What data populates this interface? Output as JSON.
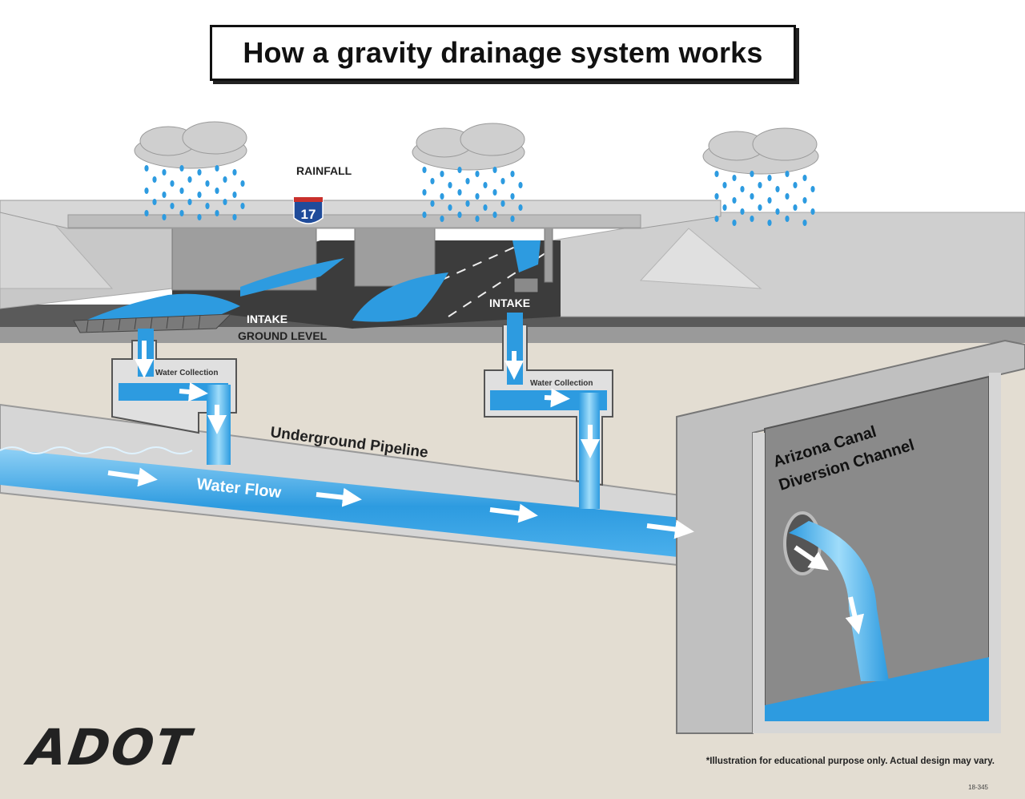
{
  "title": "How a gravity drainage system works",
  "labels": {
    "rainfall": "RAINFALL",
    "highway_shield": "17",
    "intake_left": "INTAKE",
    "ground_level": "GROUND LEVEL",
    "intake_right": "INTAKE",
    "water_collection_left": "Water Collection",
    "water_collection_right": "Water Collection",
    "underground_pipeline": "Underground Pipeline",
    "water_flow": "Water Flow",
    "canal_line1": "Arizona Canal",
    "canal_line2": "Diversion Channel"
  },
  "logo": "ADOT",
  "disclaimer": "*Illustration for educational purpose only. Actual design may vary.",
  "code": "18-345",
  "colors": {
    "water": "#2d9be0",
    "water_light": "#8fd0f5",
    "soil": "#e3ddd2",
    "concrete": "#b9b9b9",
    "road": "#3c3c3c",
    "shield_blue": "#1f4b9a",
    "shield_red": "#c9302c"
  }
}
